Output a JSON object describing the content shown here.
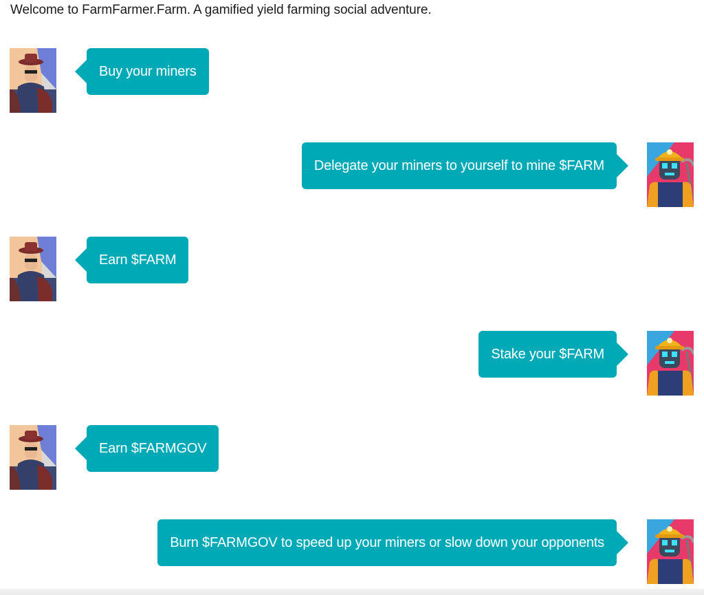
{
  "intro": "Welcome to FarmFarmer.Farm. A gamified yield farming social adventure.",
  "colors": {
    "bubble": "#00a9b6",
    "text_on_bubble": "#ffffff"
  },
  "avatars": {
    "farmer": "farmer-avatar",
    "miner": "miner-robot-avatar"
  },
  "messages": [
    {
      "side": "left",
      "avatar": "farmer",
      "text": "Buy your miners"
    },
    {
      "side": "right",
      "avatar": "miner",
      "text": "Delegate your miners to yourself to mine $FARM"
    },
    {
      "side": "left",
      "avatar": "farmer",
      "text": "Earn $FARM"
    },
    {
      "side": "right",
      "avatar": "miner",
      "text": "Stake your $FARM"
    },
    {
      "side": "left",
      "avatar": "farmer",
      "text": "Earn $FARMGOV"
    },
    {
      "side": "right",
      "avatar": "miner",
      "text": "Burn $FARMGOV to speed up your miners or slow down your opponents"
    }
  ]
}
